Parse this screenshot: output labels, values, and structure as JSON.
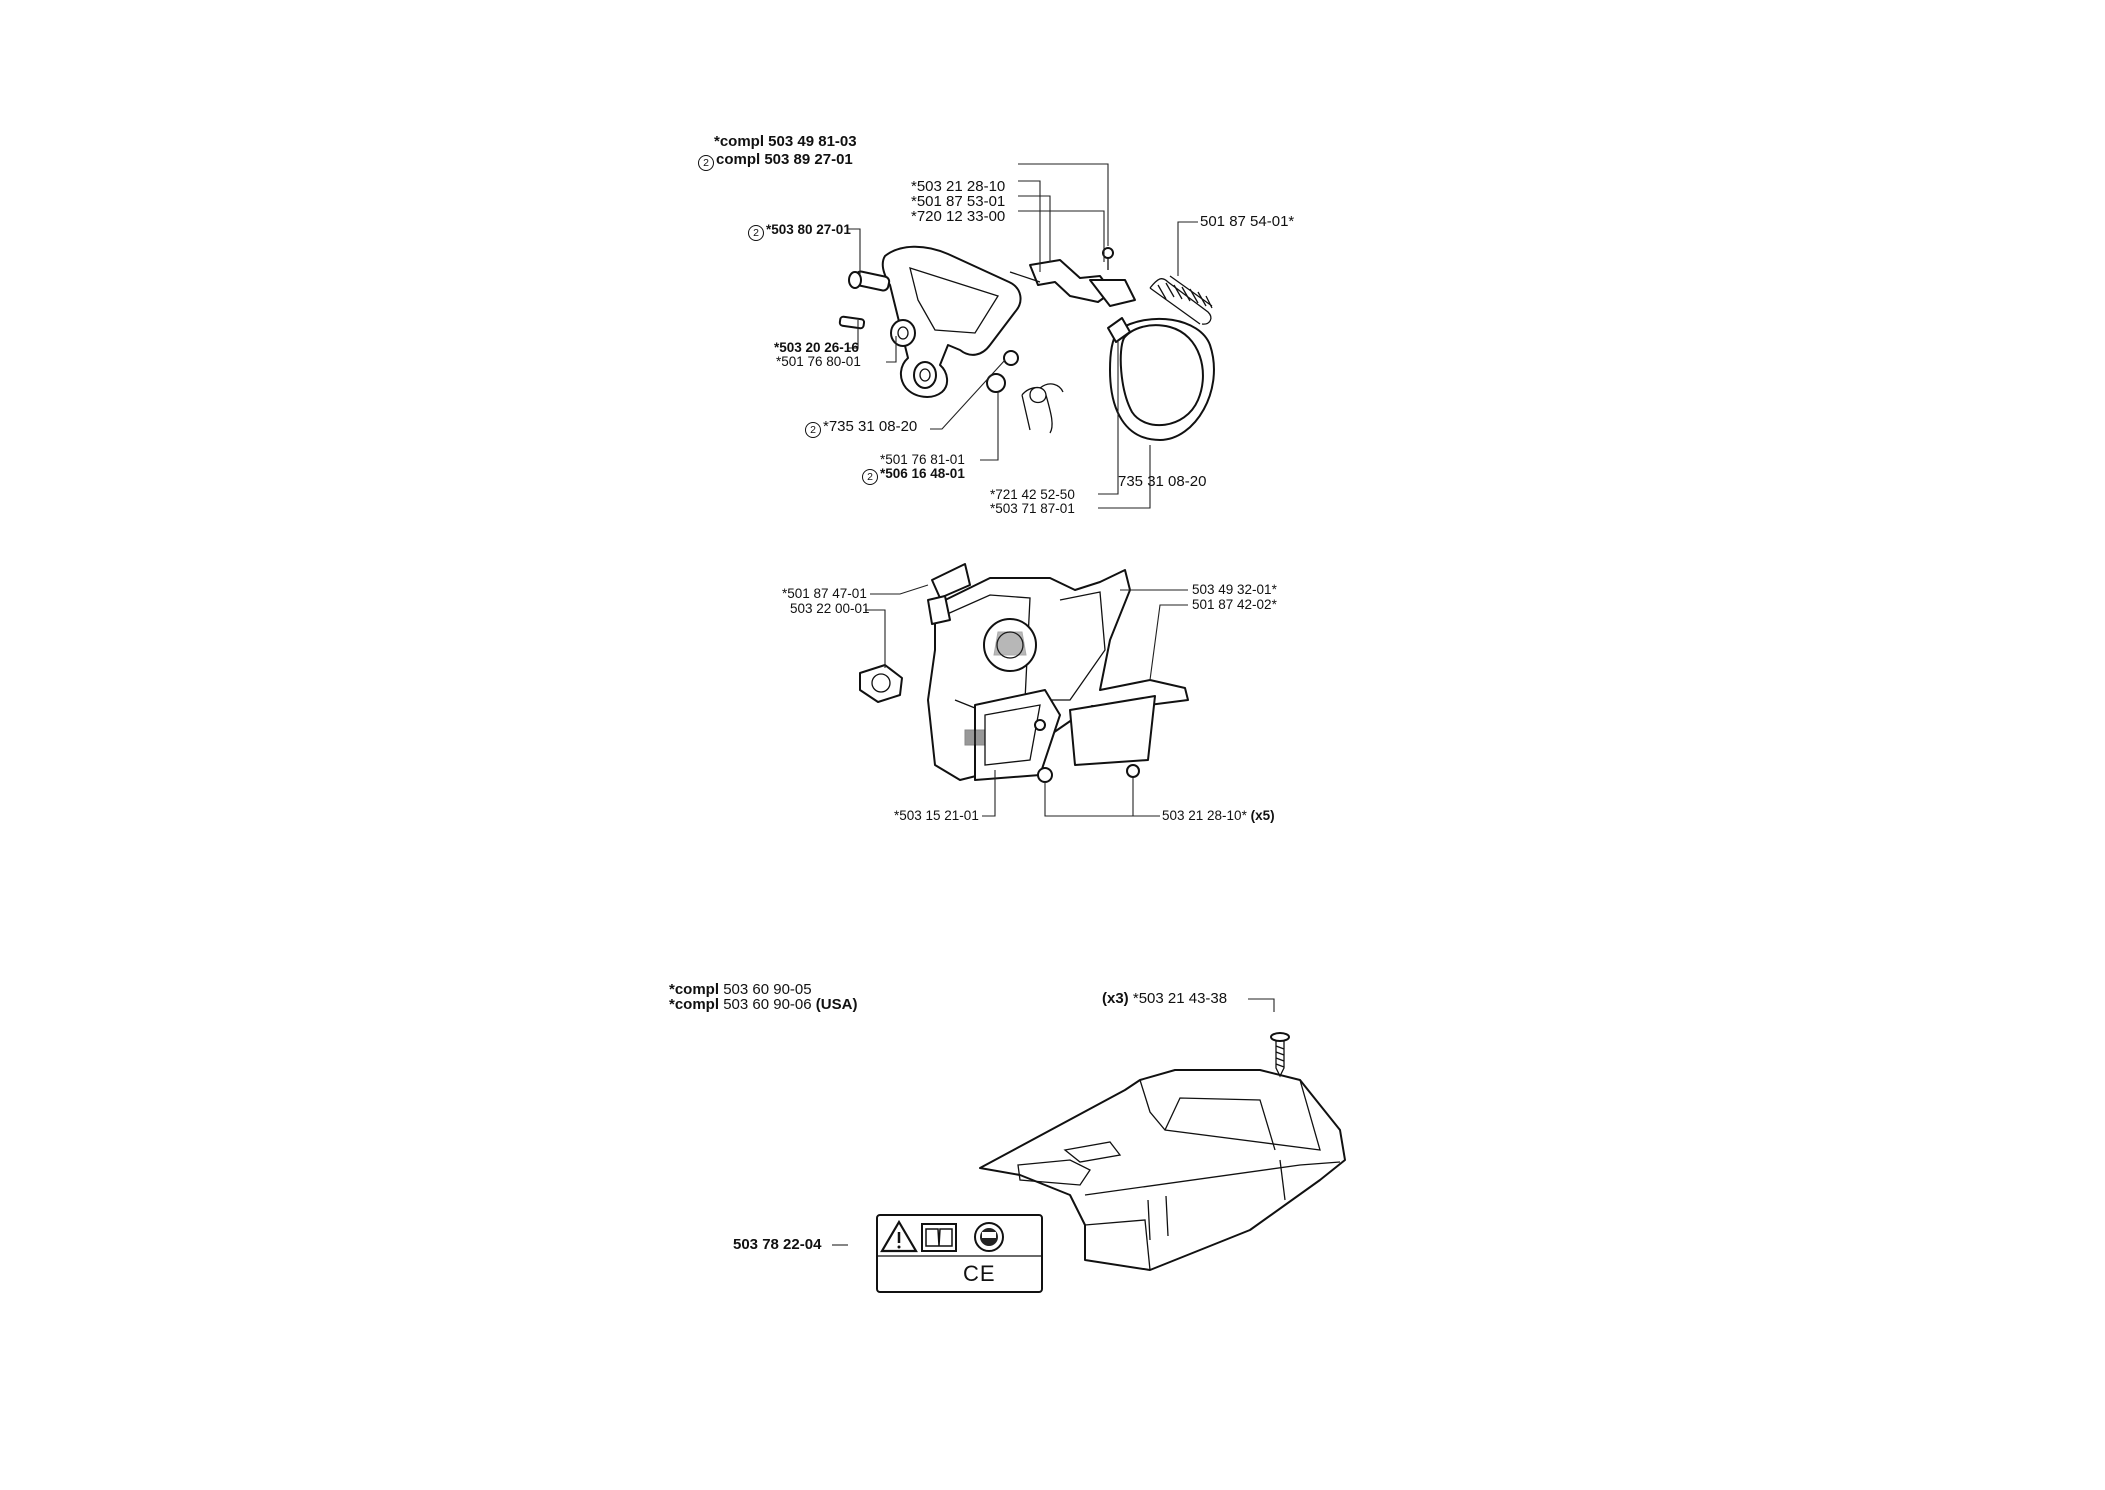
{
  "top_group": {
    "compl_1": "*compl 503 49 81-03",
    "compl_2_circle": "2",
    "compl_2": "compl 503 89 27-01"
  },
  "top_labels": {
    "a_circle": "2",
    "a": "*503 80 27-01",
    "b": "*503 20 26-16",
    "c": "*501 76 80-01",
    "d_circle": "2",
    "d": "*735 31 08-20",
    "e": "*501 76 81-01",
    "f_circle": "2",
    "f": "*506 16 48-01",
    "g": "*503 21 28-10",
    "h": "*501 87 53-01",
    "i": "*720 12 33-00",
    "j": "501 87 54-01*",
    "k": "735 31 08-20",
    "l": "*721 42 52-50",
    "m": "*503 71 87-01"
  },
  "middle_labels": {
    "a": "*501 87 47-01",
    "b": "503 22 00-01",
    "c": "503 49 32-01*",
    "d": "501 87 42-02*",
    "e": "*503 15 21-01",
    "f": "503 21 28-10*",
    "f_qty": "(x5)"
  },
  "bottom_group": {
    "compl_1_prefix": "*compl",
    "compl_1": "503 60 90-05",
    "compl_2_prefix": "*compl",
    "compl_2": "503 60 90-06",
    "compl_2_suffix": "(USA)",
    "screw_qty": "(x3)",
    "screw": "*503 21 43-38",
    "decal": "503 78 22-04",
    "ce_mark": "CE"
  },
  "icons": [
    "warning-triangle-icon",
    "manual-book-icon",
    "ear-protection-icon",
    "ce-mark-icon"
  ]
}
